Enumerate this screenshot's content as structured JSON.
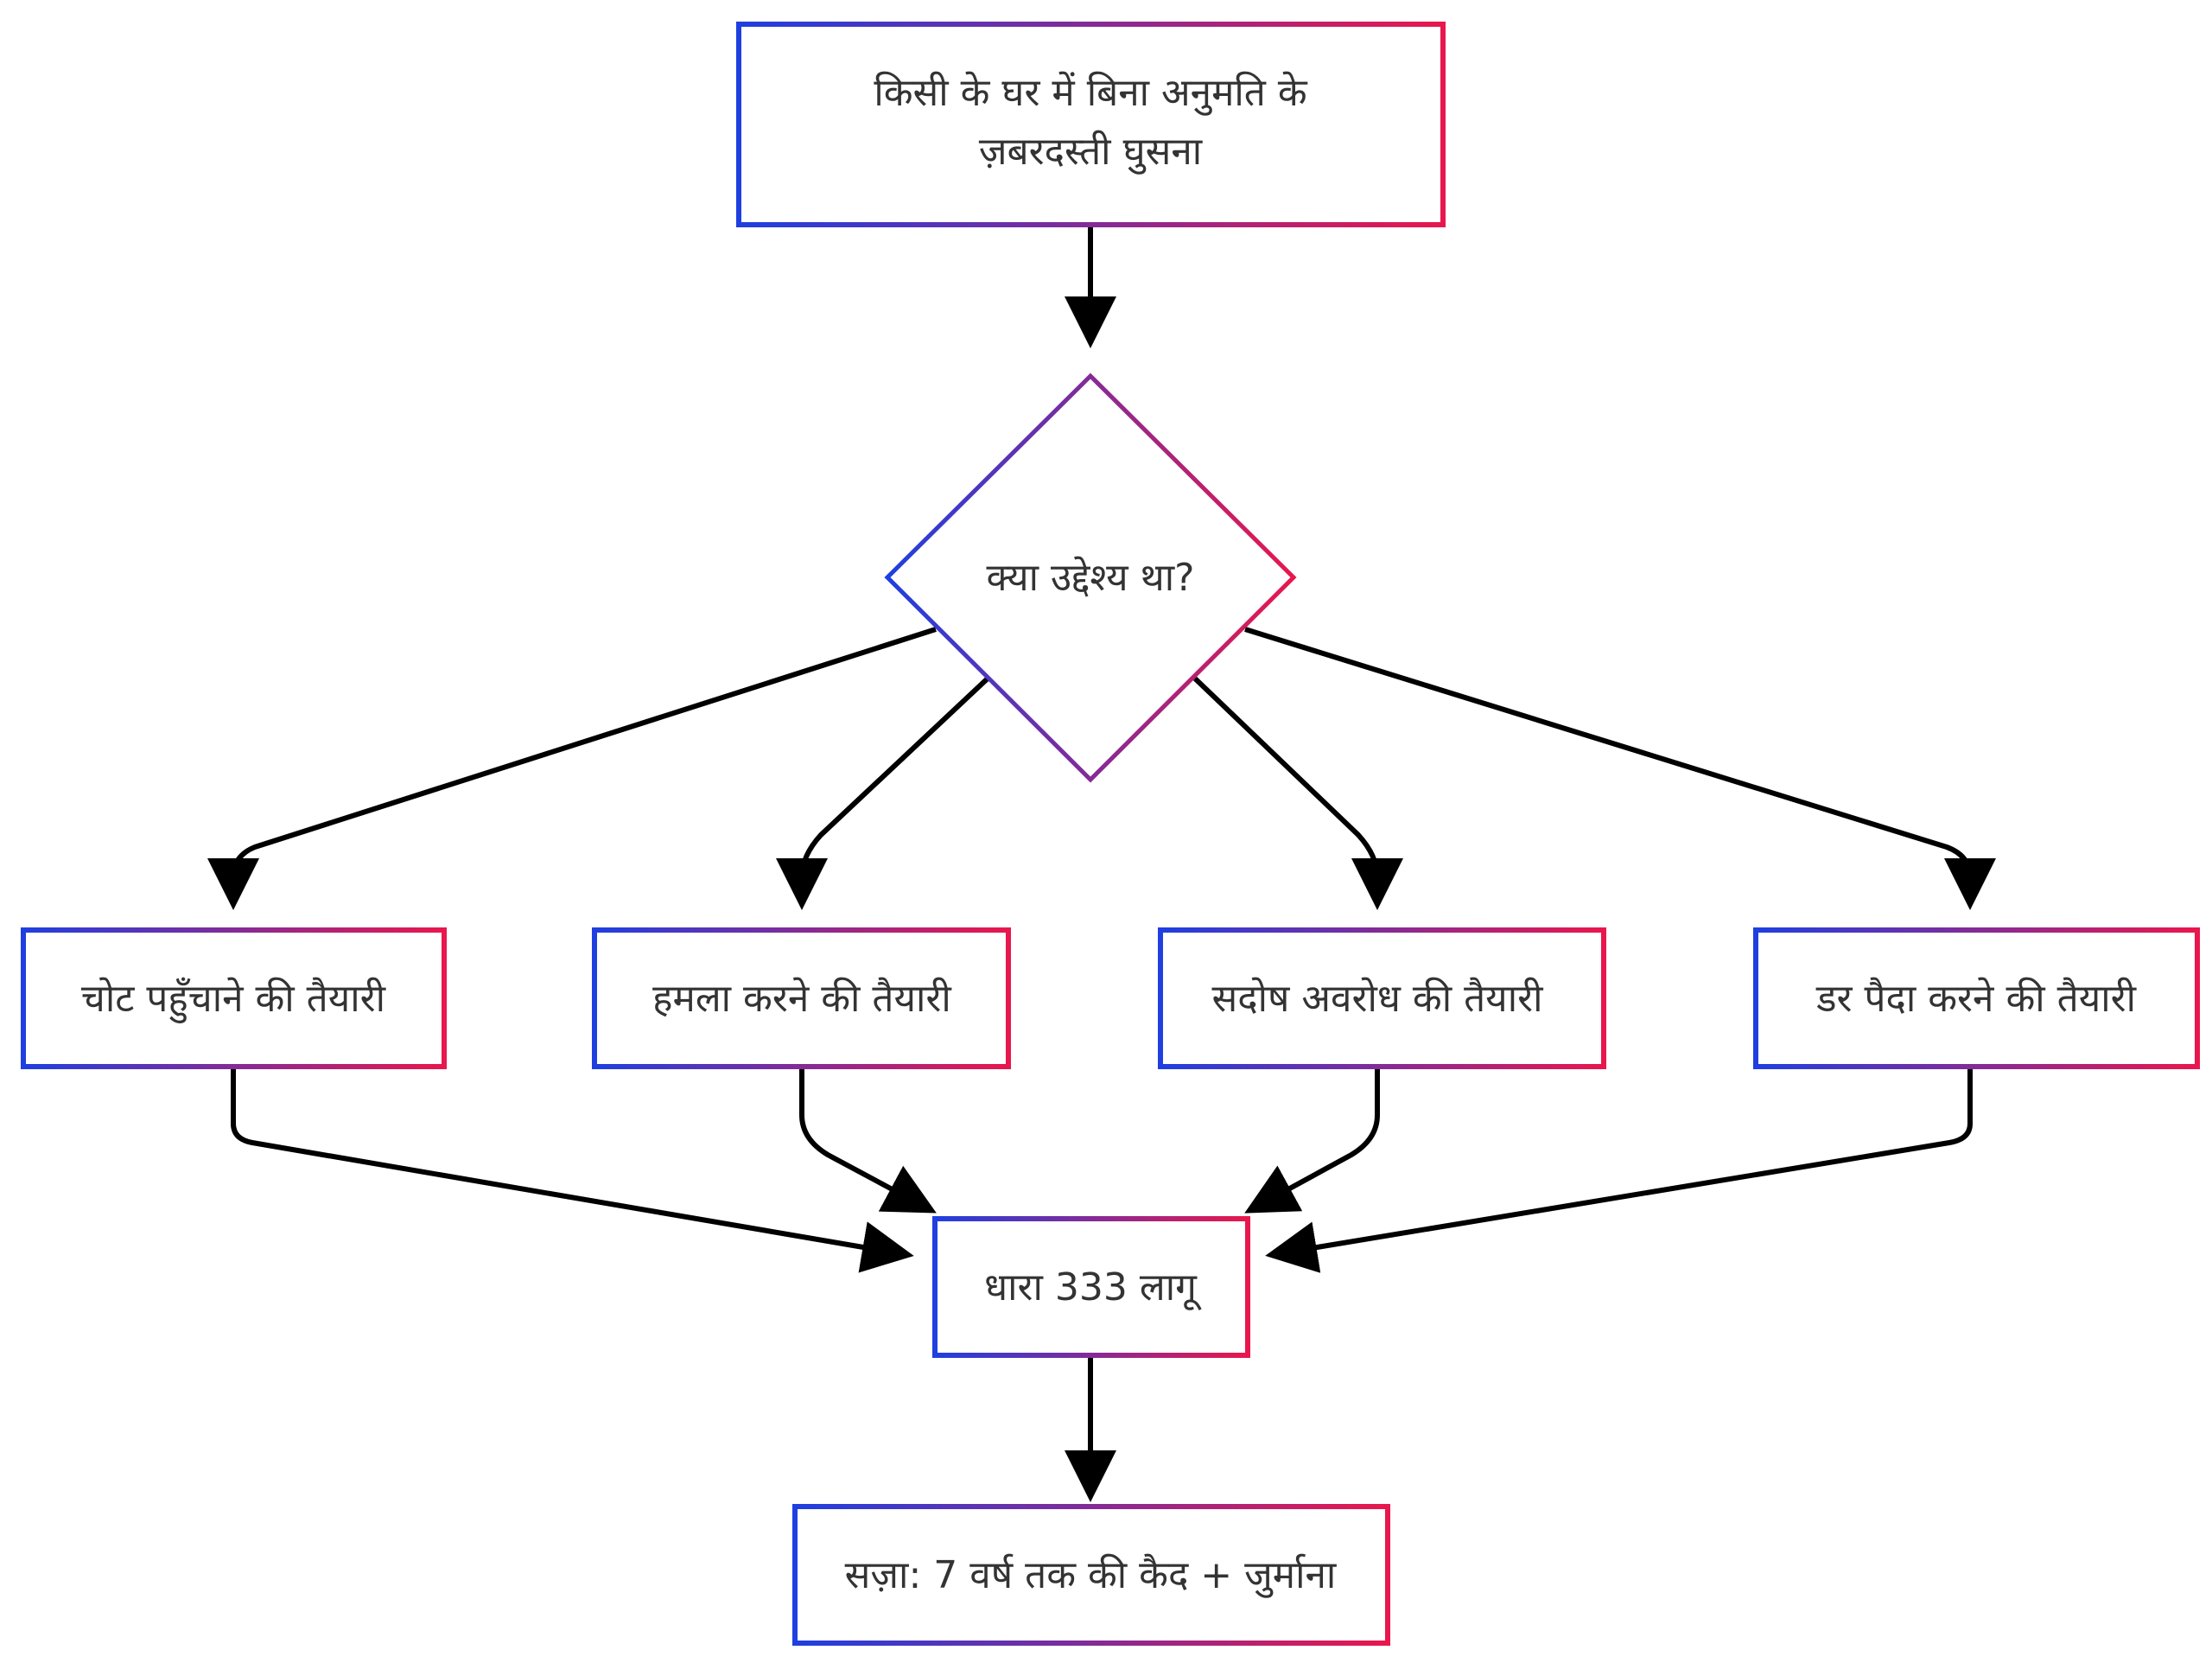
{
  "colors": {
    "border_start": "#1f3fe0",
    "border_end": "#e8174d",
    "edge": "#000000",
    "text": "#333333",
    "background": "#ffffff"
  },
  "nodes": {
    "start": {
      "line1": "किसी के घर में बिना अनुमति के",
      "line2": "ज़बरदस्ती घुसना"
    },
    "decision": {
      "label": "क्या उद्देश्य था?"
    },
    "hurt": {
      "label": "चोट पहुँचाने की तैयारी"
    },
    "assault": {
      "label": "हमला करने की तैयारी"
    },
    "restraint": {
      "label": "सदोष अवरोध की तैयारी"
    },
    "fear": {
      "label": "डर पैदा करने की तैयारी"
    },
    "section": {
      "label": "धारा 333 लागू"
    },
    "punishment": {
      "label": "सज़ा: 7 वर्ष तक की कैद + जुर्माना"
    }
  }
}
